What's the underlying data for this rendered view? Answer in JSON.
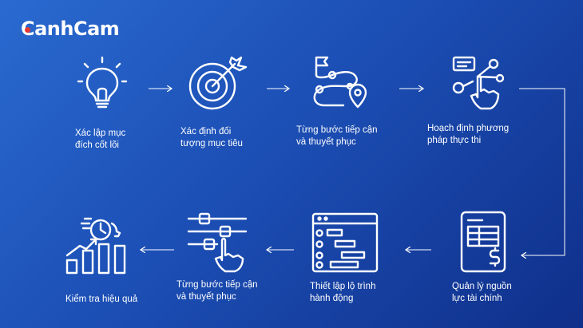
{
  "brand": {
    "logo_text": "CanhCam"
  },
  "steps": [
    {
      "line1": "Xác lập mục",
      "line2": "đích cốt lõi",
      "icon": "lightbulb-icon"
    },
    {
      "line1": "Xác định đối",
      "line2": "tượng mục tiêu",
      "icon": "target-icon"
    },
    {
      "line1": "Từng bước tiếp cận",
      "line2": "và thuyết phục",
      "icon": "route-map-icon"
    },
    {
      "line1": "Hoạch định phương",
      "line2": "pháp thực thi",
      "icon": "hand-network-icon"
    },
    {
      "line1": "Quản lý nguồn",
      "line2": "lực tài chính",
      "icon": "finance-document-icon"
    },
    {
      "line1": "Thiết lập lộ trình",
      "line2": "hành động",
      "icon": "gantt-schedule-icon"
    },
    {
      "line1": "Từng bước tiếp cận",
      "line2": "và thuyết phục",
      "icon": "sliders-hand-icon"
    },
    {
      "line1": "Kiểm tra hiệu quả",
      "line2": "",
      "icon": "growth-chart-icon"
    }
  ],
  "colors": {
    "background_start": "#2a6ad0",
    "background_end": "#0f2f8a",
    "accent": "#e53935",
    "line": "#ffffff"
  }
}
